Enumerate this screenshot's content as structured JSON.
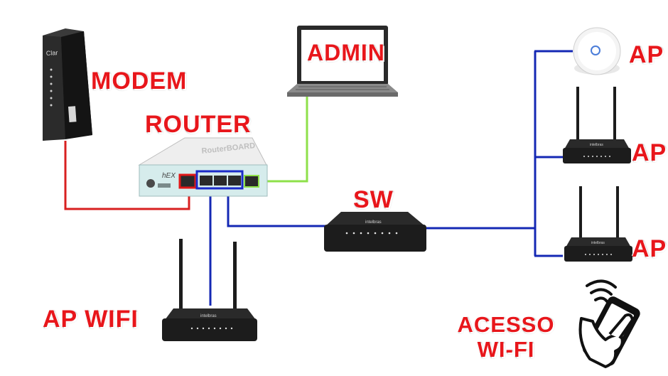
{
  "labels": {
    "modem": "MODEM",
    "router": "ROUTER",
    "admin": "ADMIN",
    "switch": "SW",
    "ap_top": "AP",
    "ap_middle": "AP",
    "ap_bottom": "AP",
    "ap_wifi": "AP WIFI",
    "acesso_line1": "ACESSO",
    "acesso_line2": "WI-FI"
  },
  "device_markings": {
    "modem_brand": "Clar",
    "router_model": "hEX",
    "router_brand": "RouterBOARD",
    "switch_brand": "intelbras",
    "ap_brand": "intelbras"
  },
  "colors": {
    "label": "#e8161b",
    "cable_modem_router": "#d82020",
    "cable_admin": "#8ee04a",
    "cable_lan": "#1428b4",
    "port_highlight_red": "#e01818",
    "port_highlight_blue": "#1a2ac8",
    "device_dark": "#1c1c1c"
  },
  "icons": [
    "modem-icon",
    "router-icon",
    "laptop-icon",
    "switch-icon",
    "access-point-icon",
    "wifi-router-icon",
    "smartphone-wifi-icon"
  ]
}
